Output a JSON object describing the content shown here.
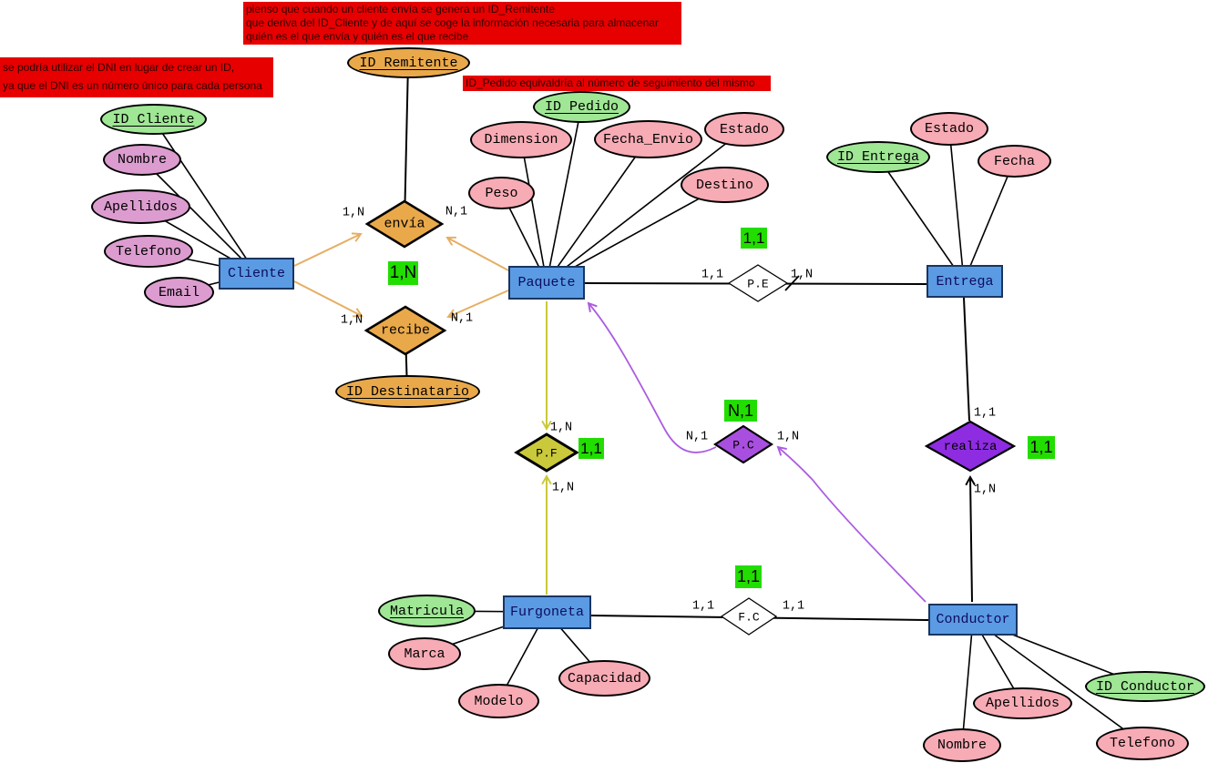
{
  "entities": {
    "cliente": "Cliente",
    "paquete": "Paquete",
    "entrega": "Entrega",
    "furgoneta": "Furgoneta",
    "conductor": "Conductor"
  },
  "attributes": {
    "cliente": {
      "id": "ID Cliente",
      "nombre": "Nombre",
      "apellidos": "Apellidos",
      "telefono": "Telefono",
      "email": "Email"
    },
    "envia_recibe": {
      "id_remitente": "ID Remitente",
      "id_destinatario": "ID Destinatario"
    },
    "paquete": {
      "id": "ID Pedido",
      "dimension": "Dimension",
      "peso": "Peso",
      "fecha_envio": "Fecha_Envio",
      "estado": "Estado",
      "destino": "Destino"
    },
    "entrega": {
      "id": "ID Entrega",
      "estado": "Estado",
      "fecha": "Fecha"
    },
    "furgoneta": {
      "id": "Matricula",
      "marca": "Marca",
      "modelo": "Modelo",
      "capacidad": "Capacidad"
    },
    "conductor": {
      "id": "ID Conductor",
      "nombre": "Nombre",
      "apellidos": "Apellidos",
      "telefono": "Telefono"
    }
  },
  "relationships": {
    "envia": "envía",
    "recibe": "recibe",
    "pe": "P.E",
    "pf": "P.F",
    "pc": "P.C",
    "fc": "F.C",
    "realiza": "realiza"
  },
  "cardinalities": {
    "envia_left": "1,N",
    "envia_right": "N,1",
    "recibe_left": "1,N",
    "recibe_right": "N,1",
    "pe_left": "1,1",
    "pe_right": "1,N",
    "pf_top": "1,N",
    "pf_bottom": "1,N",
    "pc_left": "N,1",
    "pc_right": "1,N",
    "fc_left": "1,1",
    "fc_right": "1,1",
    "realiza_top": "1,1",
    "realiza_bottom": "1,N"
  },
  "highlight_labels": {
    "cliente_paquete": "1,N",
    "pe": "1,1",
    "pf": "1,1",
    "pc": "N,1",
    "fc": "1,1",
    "realiza": "1,1"
  },
  "annotations": {
    "remitente_note": {
      "lines": [
        "pienso que cuando un cliente envía se genera un ID_Remitente",
        "que deriva del ID_Cliente y de aquí se coge la información necesaria para almacenar",
        "quién es el que envía y quién es el que recibe"
      ]
    },
    "dni_note": {
      "lines": [
        "se podría utilizar el DNI en lugar de crear un ID,",
        "ya que el DNI es un número único para cada persona"
      ]
    },
    "pedido_note": {
      "lines": [
        "ID_Pedido equivaldría al número de seguimiento del mismo"
      ]
    }
  },
  "colors": {
    "entity_fill": "#5b9be4",
    "key_attr_fill": "#9fe695",
    "attr_pink": "#f7abb5",
    "attr_plum": "#dc9ccf",
    "attr_orange": "#e9a94a",
    "relation_orange": "#e9a94a",
    "relation_olive": "#c9c93b",
    "relation_purple_pc": "#a94fe0",
    "relation_purple_realiza": "#8e2ce2",
    "highlight_green": "#22dd00",
    "note_red": "#e60000",
    "line_orange": "#e6ae62",
    "line_olive": "#c9c93b",
    "line_purple": "#ab5ce0"
  }
}
